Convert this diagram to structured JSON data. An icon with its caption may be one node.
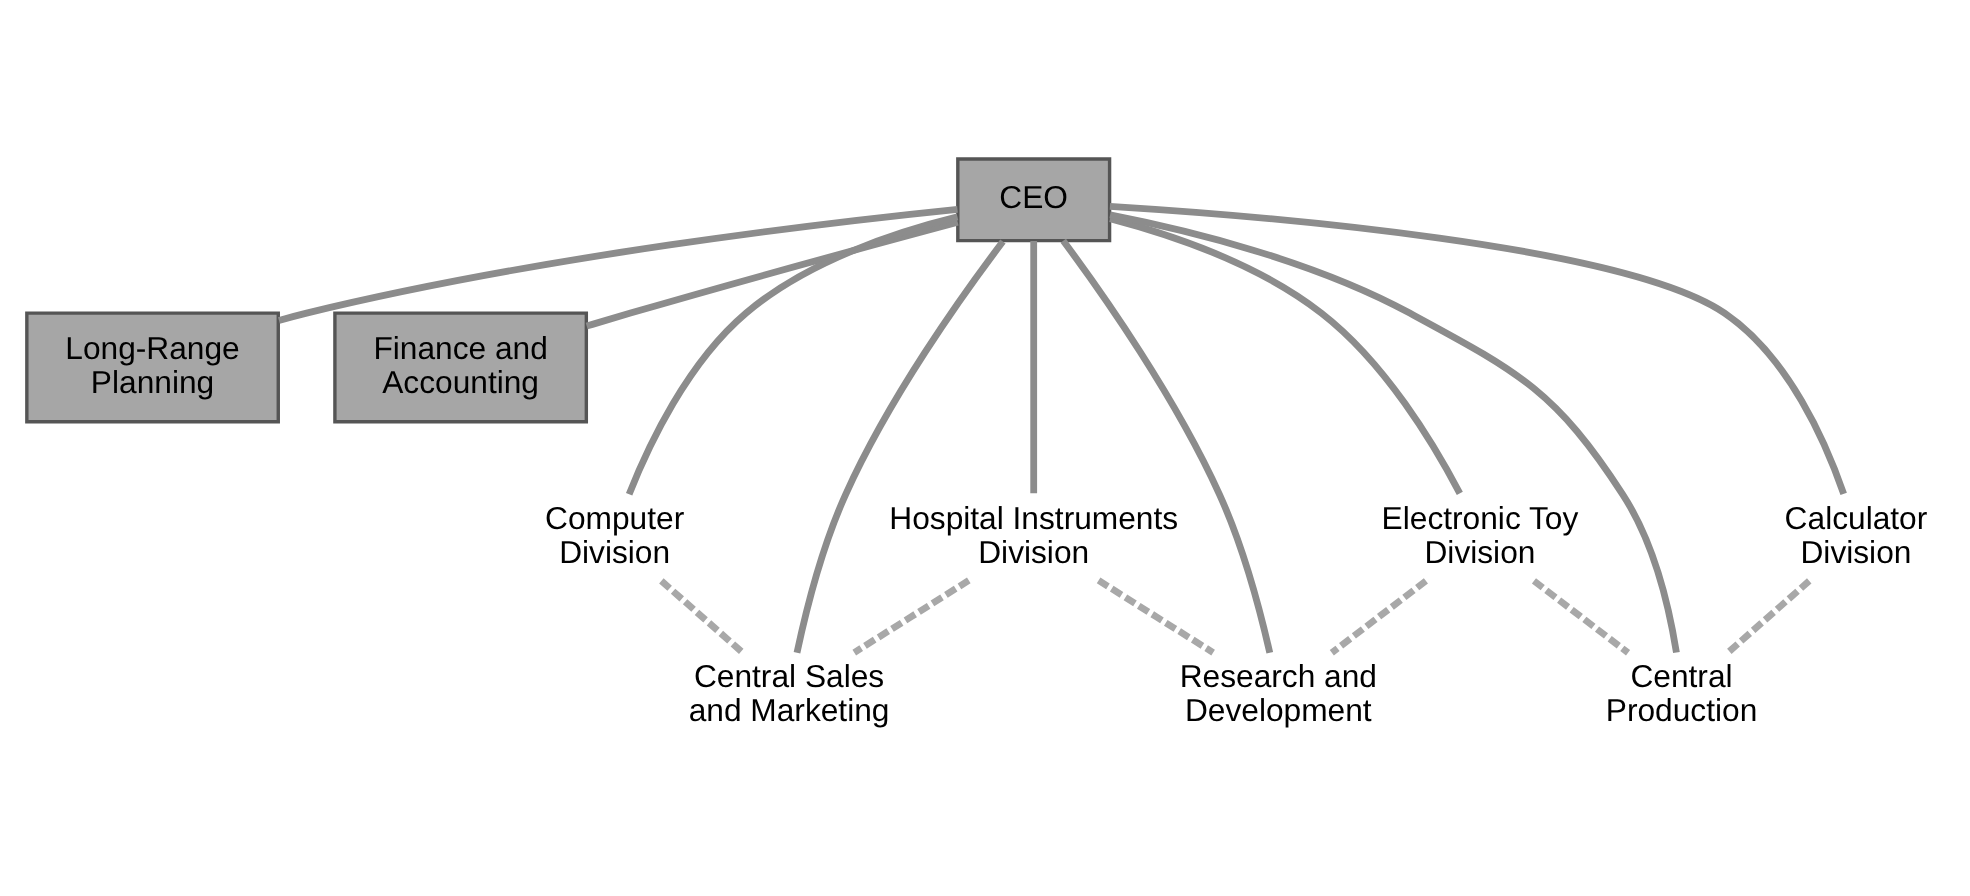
{
  "diagram": {
    "nodes": [
      {
        "text": [
          "CEO"
        ]
      },
      {
        "text": [
          "Long-Range Planning"
        ]
      },
      {
        "text": [
          "Finance and Accounting"
        ]
      },
      {
        "text": [
          "Computer Division"
        ]
      },
      {
        "text": [
          "Hospital Instruments Division"
        ]
      },
      {
        "text": [
          "Electronic Toy Division"
        ]
      },
      {
        "text": [
          "Calculator Division"
        ]
      },
      {
        "text": [
          "Central Sales and Marketing"
        ]
      },
      {
        "text": [
          "Research and Development"
        ]
      },
      {
        "text": [
          "Central Production"
        ]
      }
    ],
    "edges": [
      {
        "from": 0,
        "to": 1,
        "arrow": "none"
      },
      {
        "from": 0,
        "to": 2,
        "arrow": "none"
      },
      {
        "from": 0,
        "to": 3,
        "arrow": "none"
      },
      {
        "from": 0,
        "to": 7,
        "arrow": "none"
      },
      {
        "from": 0,
        "to": 4,
        "arrow": "none"
      },
      {
        "from": 0,
        "to": 8,
        "arrow": "none"
      },
      {
        "from": 0,
        "to": 5,
        "arrow": "none"
      },
      {
        "from": 0,
        "to": 9,
        "arrow": "none"
      },
      {
        "from": 0,
        "to": 6,
        "arrow": "none"
      },
      {
        "from": 3,
        "to": 7,
        "arrow": "none",
        "style": "dashed"
      },
      {
        "from": 4,
        "to": 7,
        "arrow": "none",
        "style": "dashed"
      },
      {
        "from": 4,
        "to": 8,
        "arrow": "none",
        "style": "dashed"
      },
      {
        "from": 5,
        "to": 8,
        "arrow": "none",
        "style": "dashed"
      },
      {
        "from": 5,
        "to": 9,
        "arrow": "none",
        "style": "dashed"
      },
      {
        "from": 6,
        "to": 9,
        "arrow": "none",
        "style": "dashed"
      }
    ]
  }
}
